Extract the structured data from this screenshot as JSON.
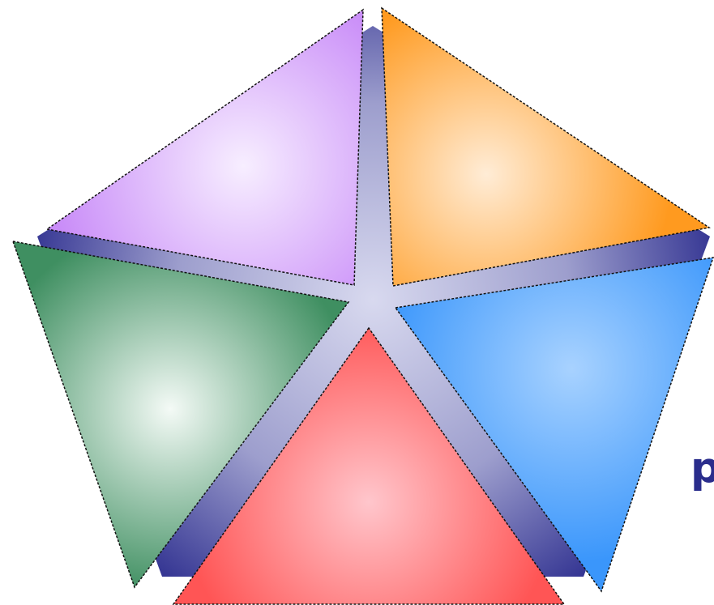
{
  "colors": {
    "background": "#ffffff",
    "pentagon_edge": "#2e2f8f",
    "pentagon_center": "#d8d9ef",
    "segment_outline": "#111111",
    "purple": {
      "edge": "#c98cf8",
      "center": "#f7eeff"
    },
    "orange": {
      "edge": "#ff9a1f",
      "center": "#ffecd6"
    },
    "blue": {
      "edge": "#3a96fb",
      "center": "#a8d2ff"
    },
    "red": {
      "edge": "#ff5555",
      "center": "#ffc6cc"
    },
    "green": {
      "edge": "#3f8f61",
      "center": "#f4faf6"
    },
    "label_text": "#2a2d8c"
  },
  "segments": [
    {
      "id": "purple",
      "color_key": "purple"
    },
    {
      "id": "orange",
      "color_key": "orange"
    },
    {
      "id": "blue",
      "color_key": "blue"
    },
    {
      "id": "red",
      "color_key": "red"
    },
    {
      "id": "green",
      "color_key": "green"
    }
  ],
  "label": {
    "text": "p"
  }
}
